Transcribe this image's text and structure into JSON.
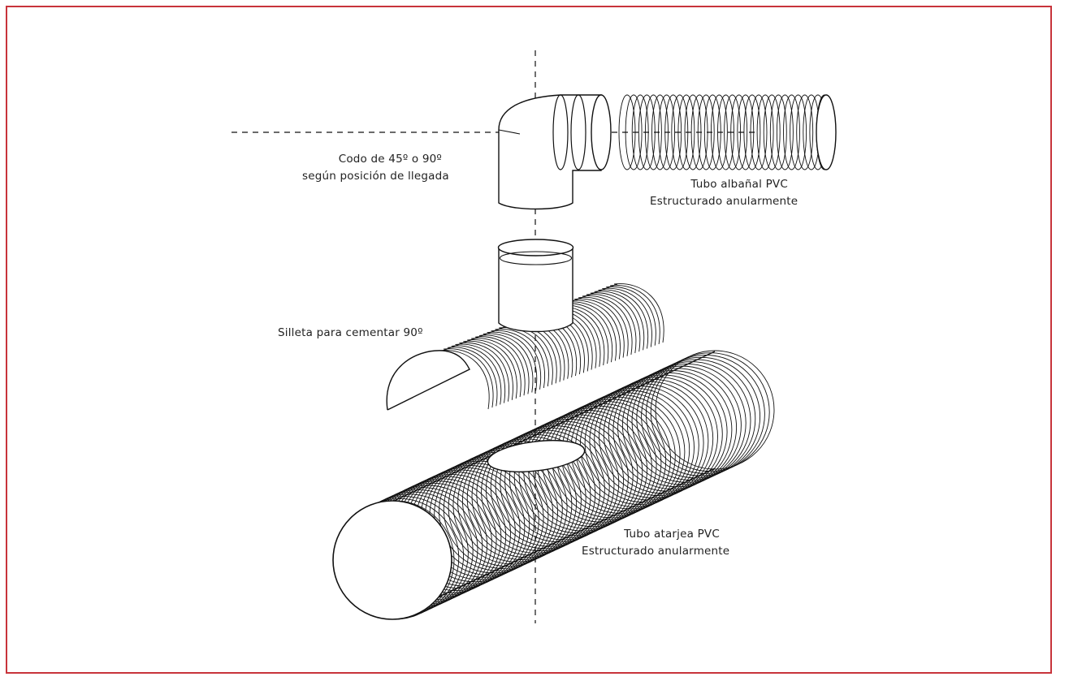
{
  "labels": {
    "codo": [
      "Codo de 45º o 90º",
      "según posición de llegada"
    ],
    "albanal": [
      "Tubo albañal PVC",
      "Estructurado anularmente"
    ],
    "silleta": [
      "Silleta para cementar 90º"
    ],
    "atarjea": [
      "Tubo atarjea PVC",
      "Estructurado anularmente"
    ]
  },
  "colors": {
    "frame": "#c8343b",
    "line": "#111111"
  }
}
